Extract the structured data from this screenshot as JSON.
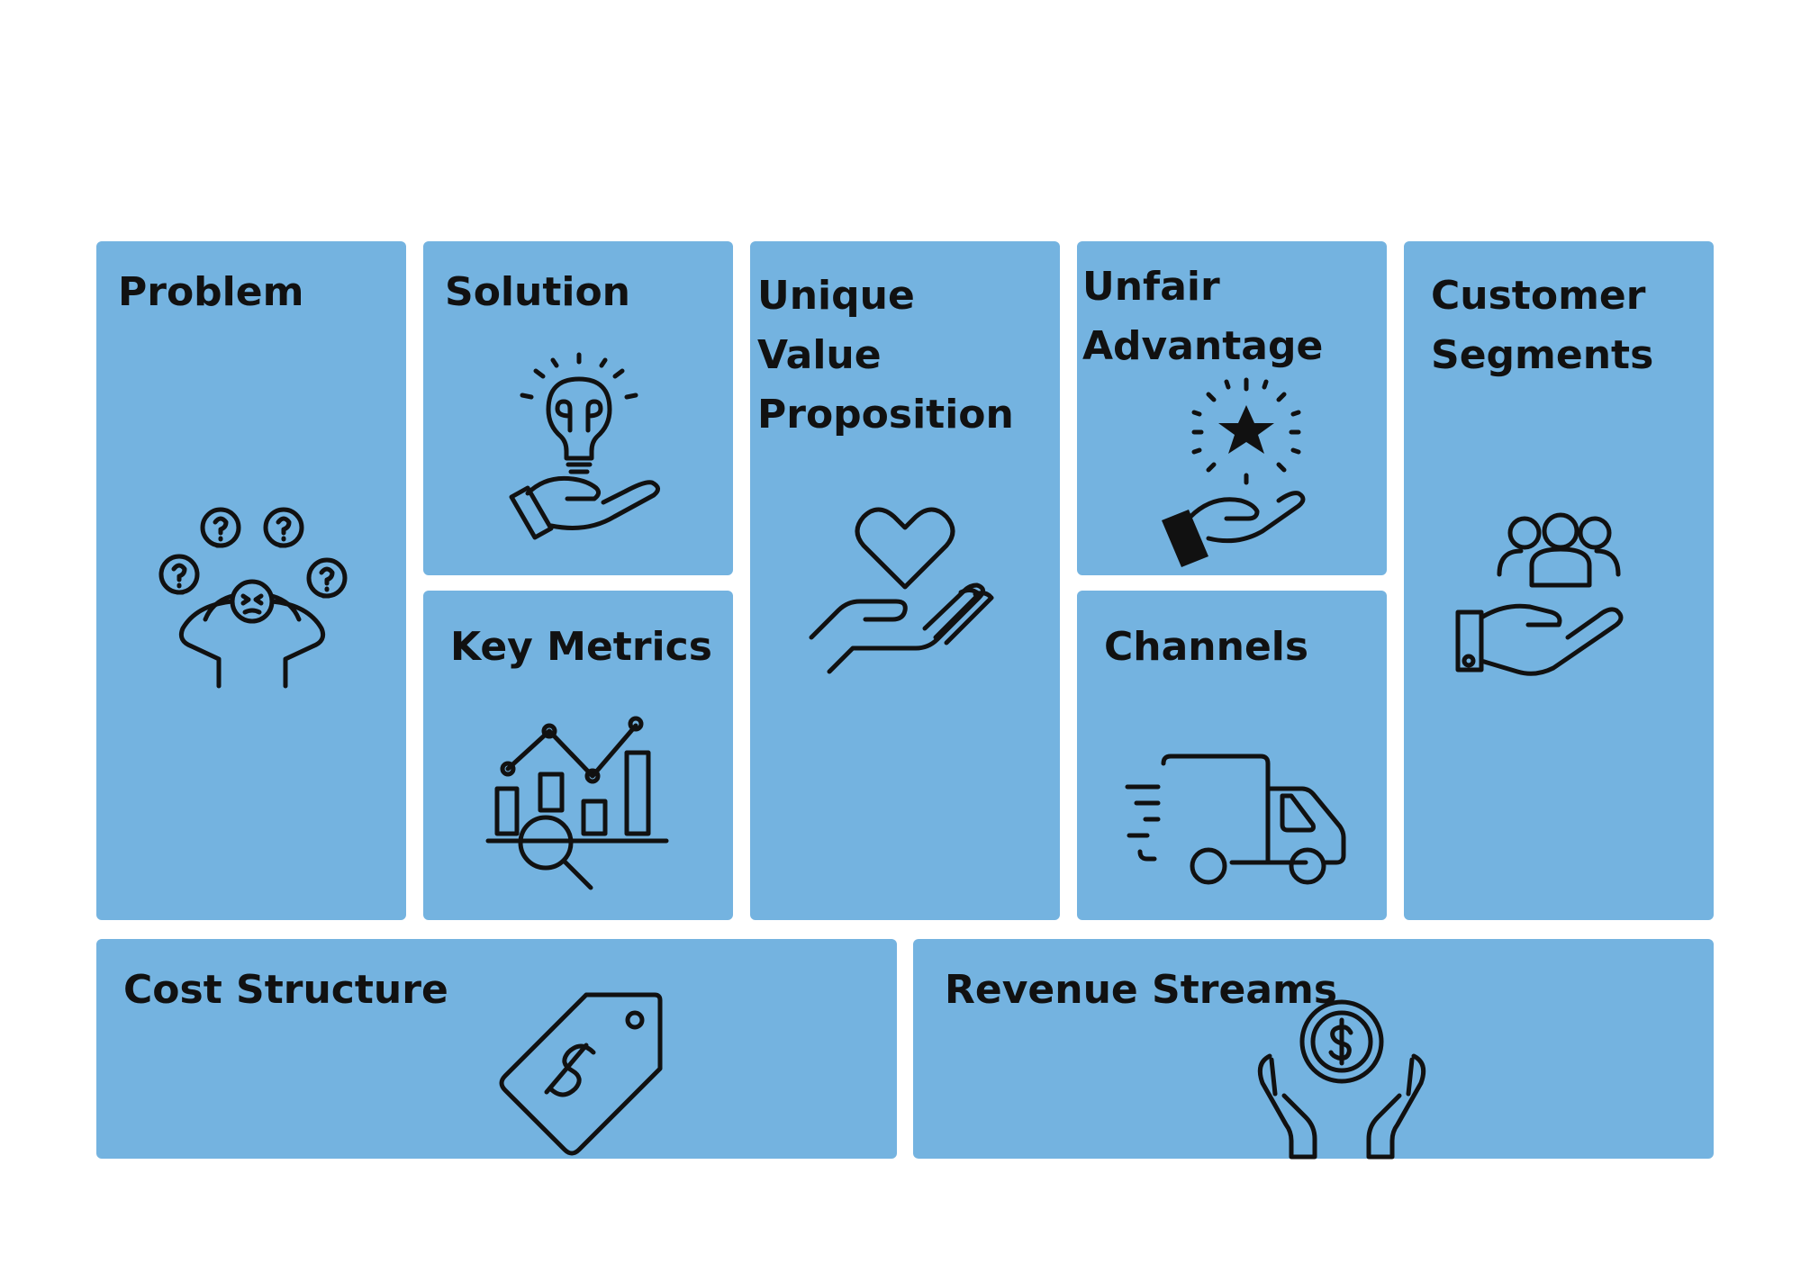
{
  "canvas": {
    "title": "Lean Canvas",
    "blocks": {
      "problem": {
        "label": "Problem",
        "icon": "confused-person-icon"
      },
      "solution": {
        "label": "Solution",
        "icon": "lightbulb-hand-icon"
      },
      "key_metrics": {
        "label": "Key Metrics",
        "icon": "chart-magnifier-icon"
      },
      "unique_value_proposition": {
        "lines": [
          "Unique",
          "Value",
          "Proposition"
        ],
        "icon": "heart-hand-icon"
      },
      "unfair_advantage": {
        "lines": [
          "Unfair",
          "Advantage"
        ],
        "icon": "star-hand-icon"
      },
      "channels": {
        "label": "Channels",
        "icon": "delivery-truck-icon"
      },
      "customer_segments": {
        "lines": [
          "Customer",
          "Segments"
        ],
        "icon": "people-hand-icon"
      },
      "cost_structure": {
        "label": "Cost Structure",
        "icon": "price-tag-icon"
      },
      "revenue_streams": {
        "label": "Revenue Streams",
        "icon": "coin-hands-icon"
      }
    }
  },
  "colors": {
    "block_fill": "#74b3e0",
    "text": "#111111",
    "background": "#ffffff"
  }
}
